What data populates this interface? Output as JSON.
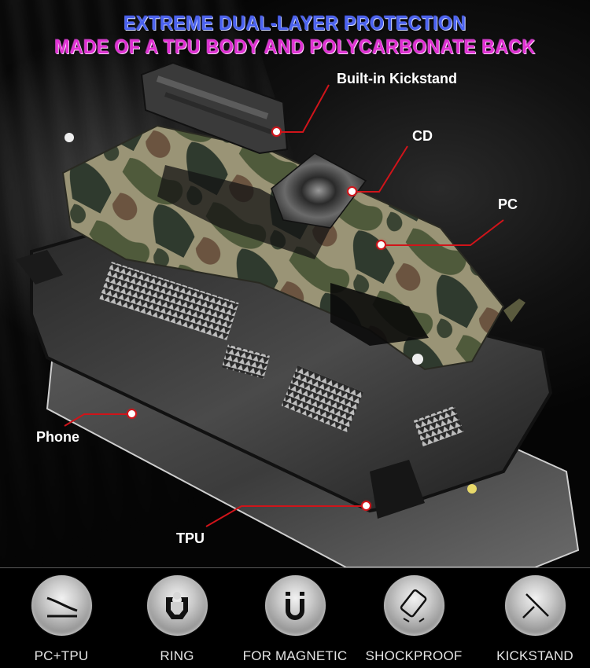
{
  "headline": {
    "line1": "EXTREME DUAL-LAYER PROTECTION",
    "line2": "MADE OF A TPU BODY AND POLYCARBONATE BACK",
    "line1_color": "#4a62f0",
    "line2_color": "#e02fd3"
  },
  "callouts": [
    {
      "id": "kickstand",
      "label": "Built-in Kickstand"
    },
    {
      "id": "cd",
      "label": "CD"
    },
    {
      "id": "pc",
      "label": "PC"
    },
    {
      "id": "phone",
      "label": "Phone"
    },
    {
      "id": "tpu",
      "label": "TPU"
    }
  ],
  "callout_line_color": "#d0141a",
  "features": [
    {
      "icon": "pc-tpu-icon",
      "label": "PC+TPU"
    },
    {
      "icon": "ring-icon",
      "label": "RING"
    },
    {
      "icon": "magnet-icon",
      "label": "FOR MAGNETIC"
    },
    {
      "icon": "shockproof-icon",
      "label": "SHOCKPROOF"
    },
    {
      "icon": "kickstand-icon",
      "label": "KICKSTAND"
    }
  ]
}
